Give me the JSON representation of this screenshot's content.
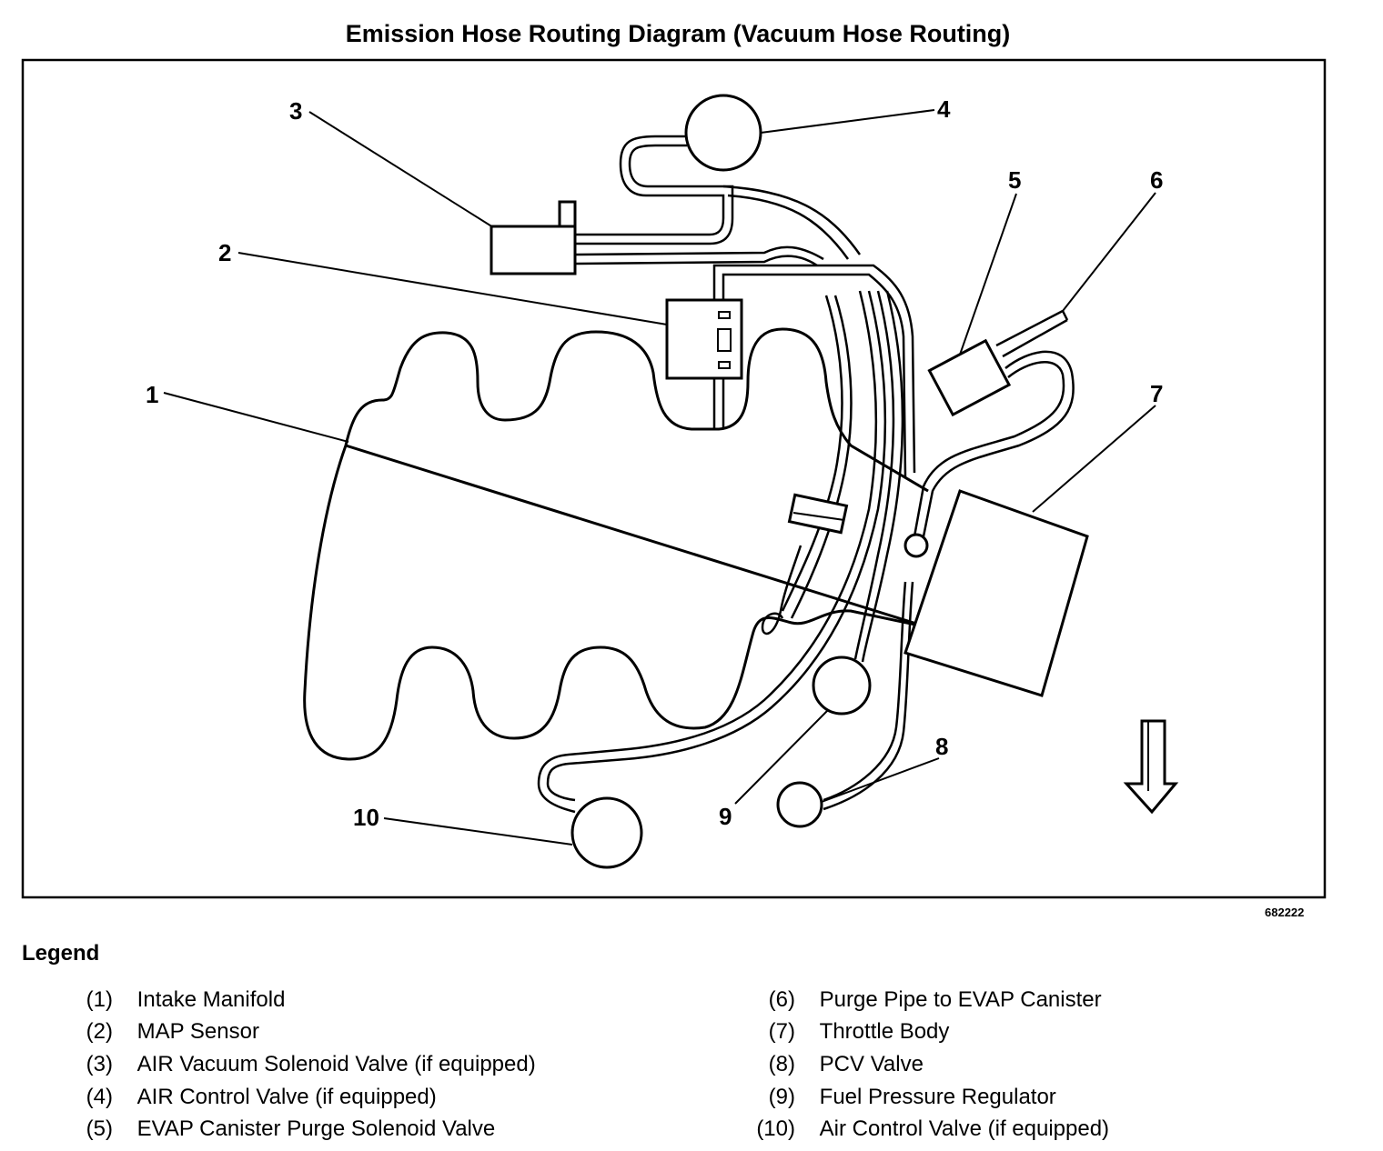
{
  "title": "Emission Hose Routing Diagram (Vacuum Hose Routing)",
  "figure_id": "682222",
  "callouts": [
    "1",
    "2",
    "3",
    "4",
    "5",
    "6",
    "7",
    "8",
    "9",
    "10"
  ],
  "legend": {
    "title": "Legend",
    "items": [
      {
        "num": "(1)",
        "text": "Intake Manifold"
      },
      {
        "num": "(2)",
        "text": "MAP Sensor"
      },
      {
        "num": "(3)",
        "text": "AIR Vacuum Solenoid Valve (if equipped)"
      },
      {
        "num": "(4)",
        "text": "AIR Control Valve (if equipped)"
      },
      {
        "num": "(5)",
        "text": "EVAP Canister Purge Solenoid Valve"
      },
      {
        "num": "(6)",
        "text": "Purge Pipe to EVAP Canister"
      },
      {
        "num": "(7)",
        "text": "Throttle Body"
      },
      {
        "num": "(8)",
        "text": "PCV Valve"
      },
      {
        "num": "(9)",
        "text": "Fuel Pressure Regulator"
      },
      {
        "num": "(10)",
        "text": "Air Control Valve (if equipped)"
      }
    ]
  }
}
